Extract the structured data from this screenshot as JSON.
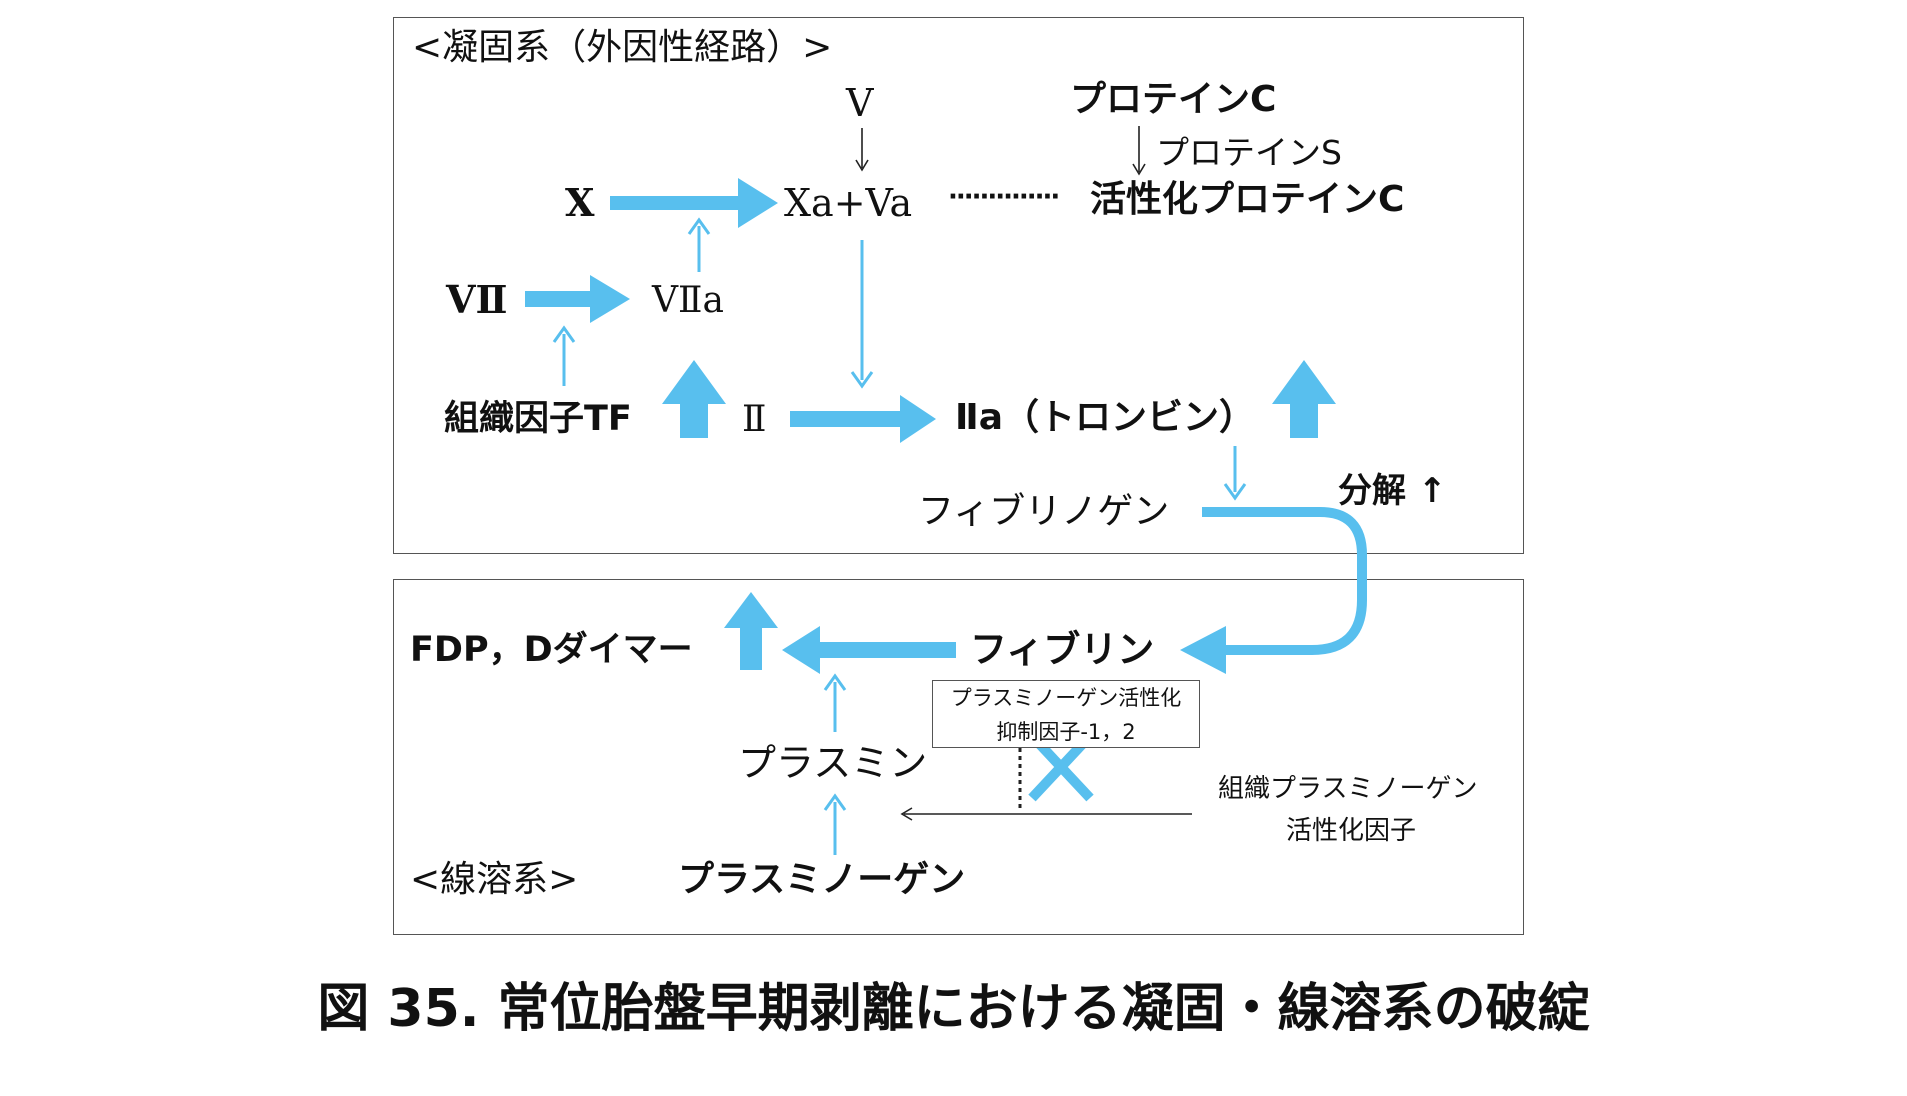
{
  "coagulation": {
    "section_label": "<凝固系（外因性経路）>",
    "v": "V",
    "protein_c": "プロテインC",
    "protein_s": "プロテインS",
    "x": "X",
    "xa_va": "Xa+Va",
    "dots": "··············",
    "activated_protein_c": "活性化プロテインC",
    "vii": "VⅡ",
    "viia": "VⅡa",
    "tissue_factor": "組織因子TF",
    "ii": "Ⅱ",
    "iia": "Ⅱa（トロンビン）",
    "fibrinogen": "フィブリノゲン",
    "degradation": "分解 ↑"
  },
  "fibrinolysis": {
    "section_label": "<線溶系>",
    "fdp": "FDP，Dダイマー",
    "fibrin": "フィブリン",
    "pai_line1": "プラスミノーゲン活性化",
    "pai_line2": "抑制因子-1，2",
    "plasmin": "プラスミン",
    "tpa_line1": "組織プラスミノーゲン",
    "tpa_line2": "活性化因子",
    "plasminogen": "プラスミノーゲン",
    "inhibit_mark": "×"
  },
  "caption": "図 35.  常位胎盤早期剥離における凝固・線溶系の破綻",
  "colors": {
    "arrow": "#58bfee",
    "line": "#222222",
    "border": "#555555"
  }
}
